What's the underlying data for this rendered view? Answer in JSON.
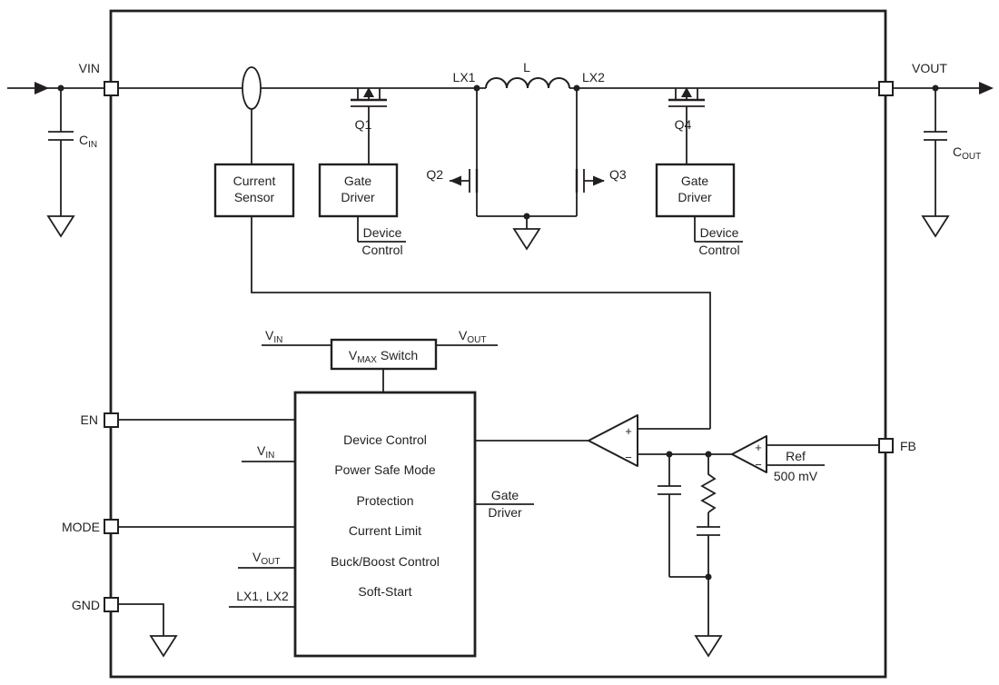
{
  "diagram": {
    "pins": {
      "vin": "VIN",
      "vout": "VOUT",
      "en": "EN",
      "mode": "MODE",
      "gnd": "GND",
      "fb": "FB"
    },
    "caps": {
      "cin_main": "C",
      "cin_sub": "IN",
      "cout_main": "C",
      "cout_sub": "OUT"
    },
    "fets": {
      "q1": "Q1",
      "q2": "Q2",
      "q3": "Q3",
      "q4": "Q4"
    },
    "nodes": {
      "lx1": "LX1",
      "lx2": "LX2",
      "inductor": "L"
    },
    "current_sensor": {
      "line1": "Current",
      "line2": "Sensor"
    },
    "gate_driver": {
      "line1": "Gate",
      "line2": "Driver"
    },
    "device_control": {
      "line1": "Device",
      "line2": "Control"
    },
    "vmax_switch": {
      "main": "V",
      "sub": "MAX",
      "rest": "Switch"
    },
    "vin_sig": {
      "main": "V",
      "sub": "IN"
    },
    "vout_sig": {
      "main": "V",
      "sub": "OUT"
    },
    "lx_sig": "LX1, LX2",
    "control_block": {
      "lines": [
        "Device Control",
        "Power Safe Mode",
        "Protection",
        "Current Limit",
        "Buck/Boost Control",
        "Soft-Start"
      ]
    },
    "reference": {
      "line1": "Ref",
      "line2": "500 mV"
    },
    "signs": {
      "plus": "+",
      "minus": "−"
    }
  }
}
